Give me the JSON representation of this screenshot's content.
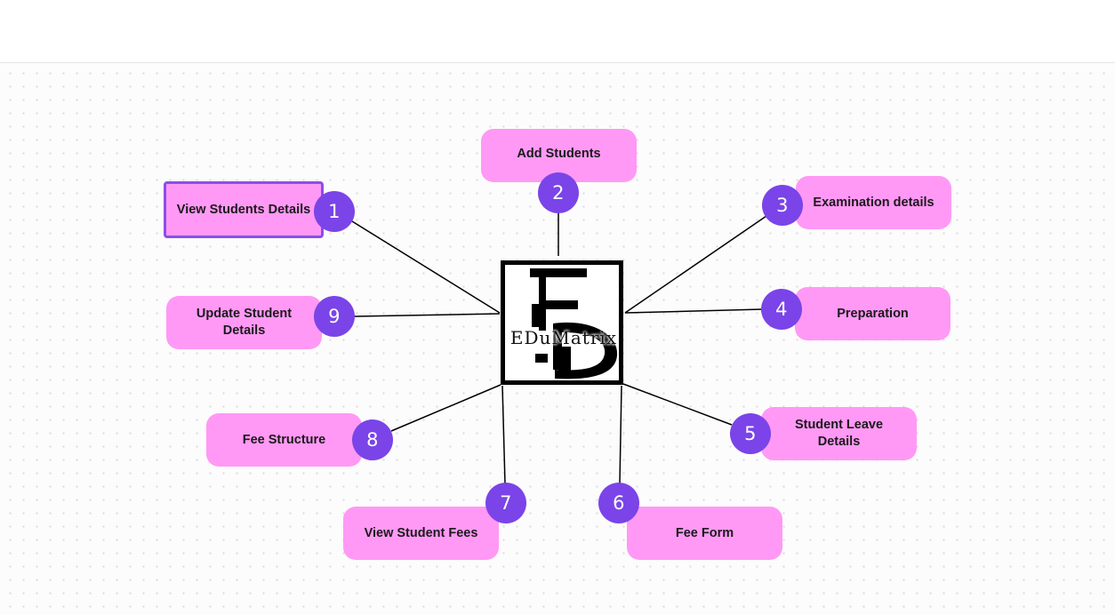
{
  "logo": {
    "text": "EDuMatrix",
    "glyph": "ED"
  },
  "nodes": [
    {
      "number": "1",
      "label": "View Students Details"
    },
    {
      "number": "2",
      "label": "Add Students"
    },
    {
      "number": "3",
      "label": "Examination details"
    },
    {
      "number": "4",
      "label": "Preparation"
    },
    {
      "number": "5",
      "label": "Student Leave Details"
    },
    {
      "number": "6",
      "label": "Fee Form"
    },
    {
      "number": "7",
      "label": "View Student Fees"
    },
    {
      "number": "8",
      "label": "Fee Structure"
    },
    {
      "number": "9",
      "label": "Update Student Details"
    }
  ],
  "colors": {
    "node_fill": "#ff99f5",
    "badge_fill": "#7a44e8",
    "selection_outline": "#8a4fe6",
    "connector": "#000000"
  }
}
